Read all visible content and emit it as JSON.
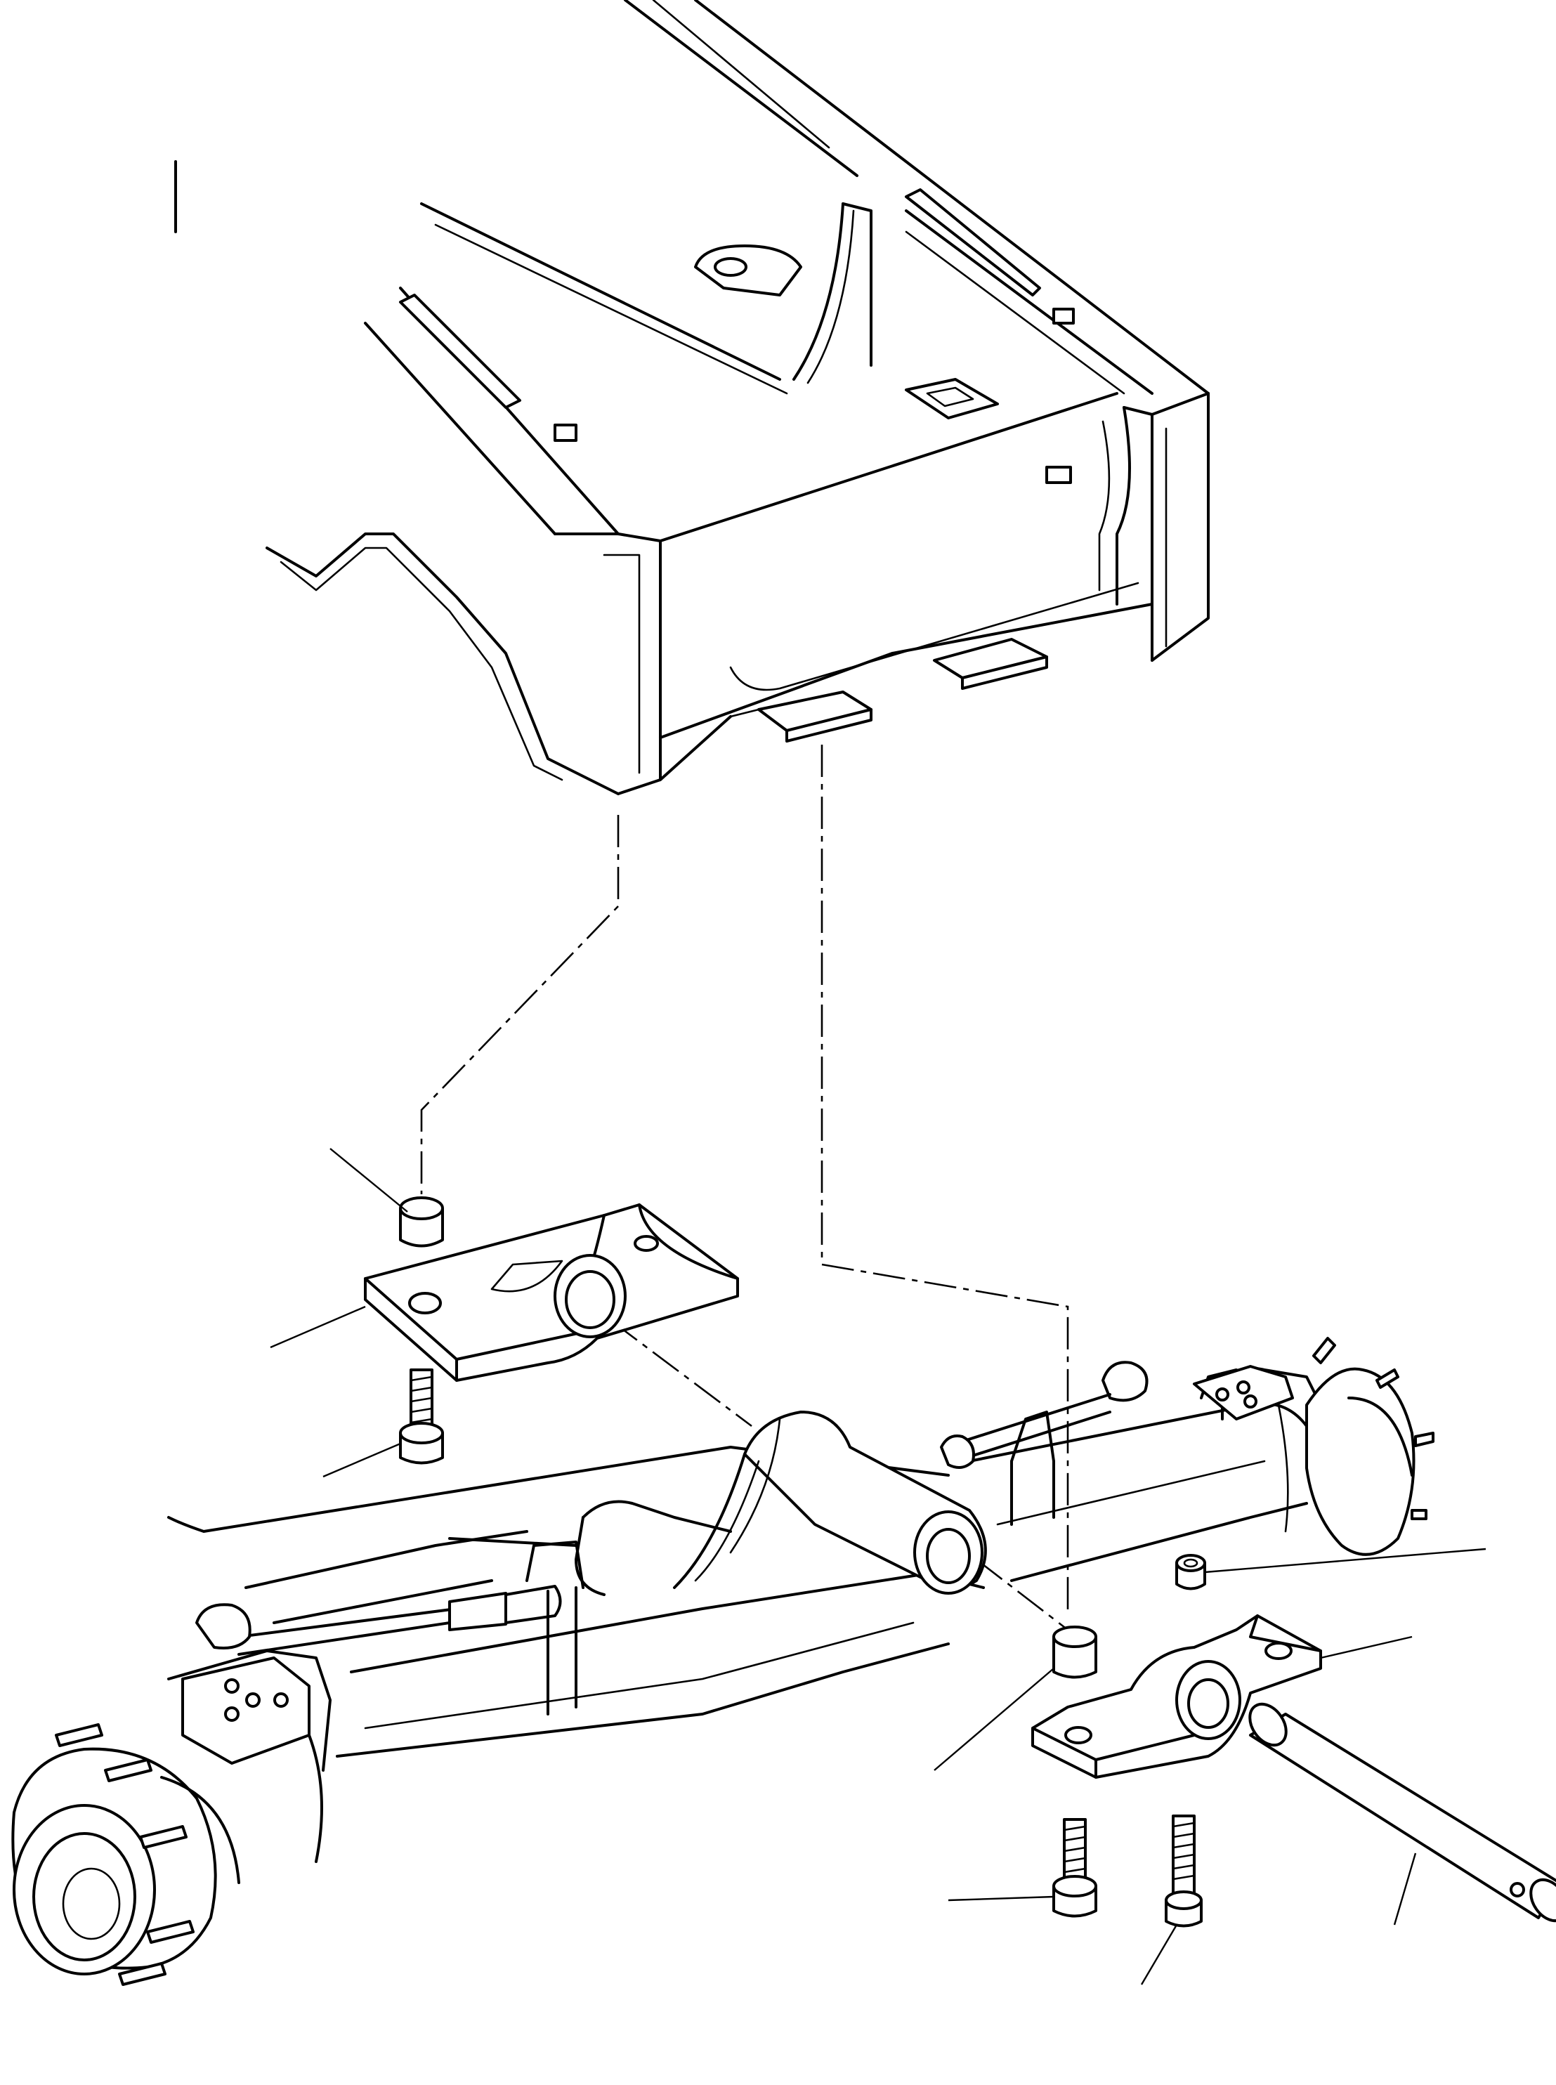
{
  "figure": {
    "text_labels": []
  },
  "parts": [
    {
      "id": "frame-rear-section"
    },
    {
      "id": "upper-bushing"
    },
    {
      "id": "upper-support-bracket"
    },
    {
      "id": "upper-cap-screw"
    },
    {
      "id": "front-axle-assembly"
    },
    {
      "id": "lower-nut"
    },
    {
      "id": "lower-support-bracket"
    },
    {
      "id": "lower-bushing"
    },
    {
      "id": "pivot-pin"
    },
    {
      "id": "lower-cap-screw-left"
    },
    {
      "id": "lower-cap-screw-right"
    }
  ]
}
